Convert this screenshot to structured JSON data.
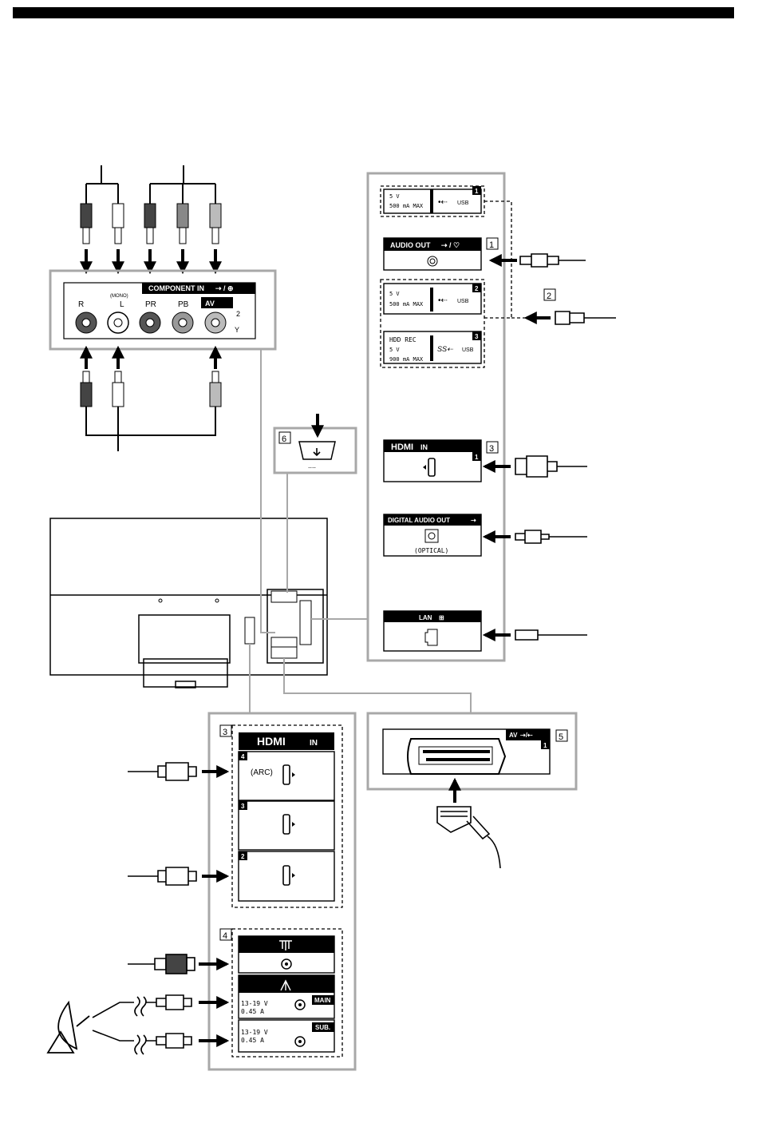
{
  "component_panel": {
    "title": "COMPONENT IN",
    "jacks": {
      "r": "R",
      "mono": "(MONO)",
      "l": "L",
      "pr": "PR",
      "pb": "PB",
      "av": "AV",
      "av_num": "2",
      "y": "Y"
    }
  },
  "right_panel": {
    "usb1": {
      "v": "5 V",
      "ma": "500 mA MAX",
      "usb": "USB",
      "num": "1"
    },
    "audio_out": {
      "label": "AUDIO OUT",
      "callout": "1"
    },
    "usb2": {
      "v": "5 V",
      "ma": "500 mA MAX",
      "usb": "USB",
      "num": "2",
      "callout": "2"
    },
    "hdd": {
      "title": "HDD REC",
      "v": "5 V",
      "ma": "900 mA MAX",
      "usb": "USB",
      "num": "3"
    },
    "hdmi": {
      "label": "IN",
      "num": "1",
      "callout": "3"
    },
    "optical": {
      "label": "DIGITAL AUDIO OUT",
      "sub": "(OPTICAL)"
    },
    "lan": {
      "label": "LAN"
    }
  },
  "bottom_panel": {
    "hdmi_callout": "3",
    "hdmi_label": "IN",
    "hdmi_ports": [
      {
        "num": "4",
        "arc": "(ARC)"
      },
      {
        "num": "3"
      },
      {
        "num": "2"
      }
    ],
    "antenna_callout": "4",
    "sat_main": {
      "v": "13-19 V",
      "a": "0.45 A",
      "tag": "MAIN"
    },
    "sat_sub": {
      "v": "13-19 V",
      "a": "0.45 A",
      "tag": "SUB."
    }
  },
  "scart_panel": {
    "label": "AV",
    "num": "1",
    "callout": "5"
  },
  "power_panel": {
    "callout": "6"
  },
  "colors": {
    "frame": "#a8a8a8",
    "ink": "#000000"
  }
}
